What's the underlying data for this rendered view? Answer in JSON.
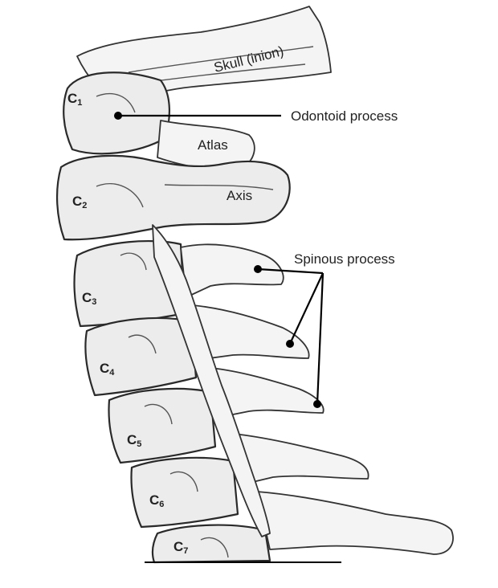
{
  "labels": {
    "skull": "Skull (inion)",
    "odontoid": "Odontoid process",
    "atlas": "Atlas",
    "axis": "Axis",
    "spinous": "Spinous process"
  },
  "vertebrae": [
    {
      "letter": "C",
      "number": "1"
    },
    {
      "letter": "C",
      "number": "2"
    },
    {
      "letter": "C",
      "number": "3"
    },
    {
      "letter": "C",
      "number": "4"
    },
    {
      "letter": "C",
      "number": "5"
    },
    {
      "letter": "C",
      "number": "6"
    },
    {
      "letter": "C",
      "number": "7"
    }
  ]
}
